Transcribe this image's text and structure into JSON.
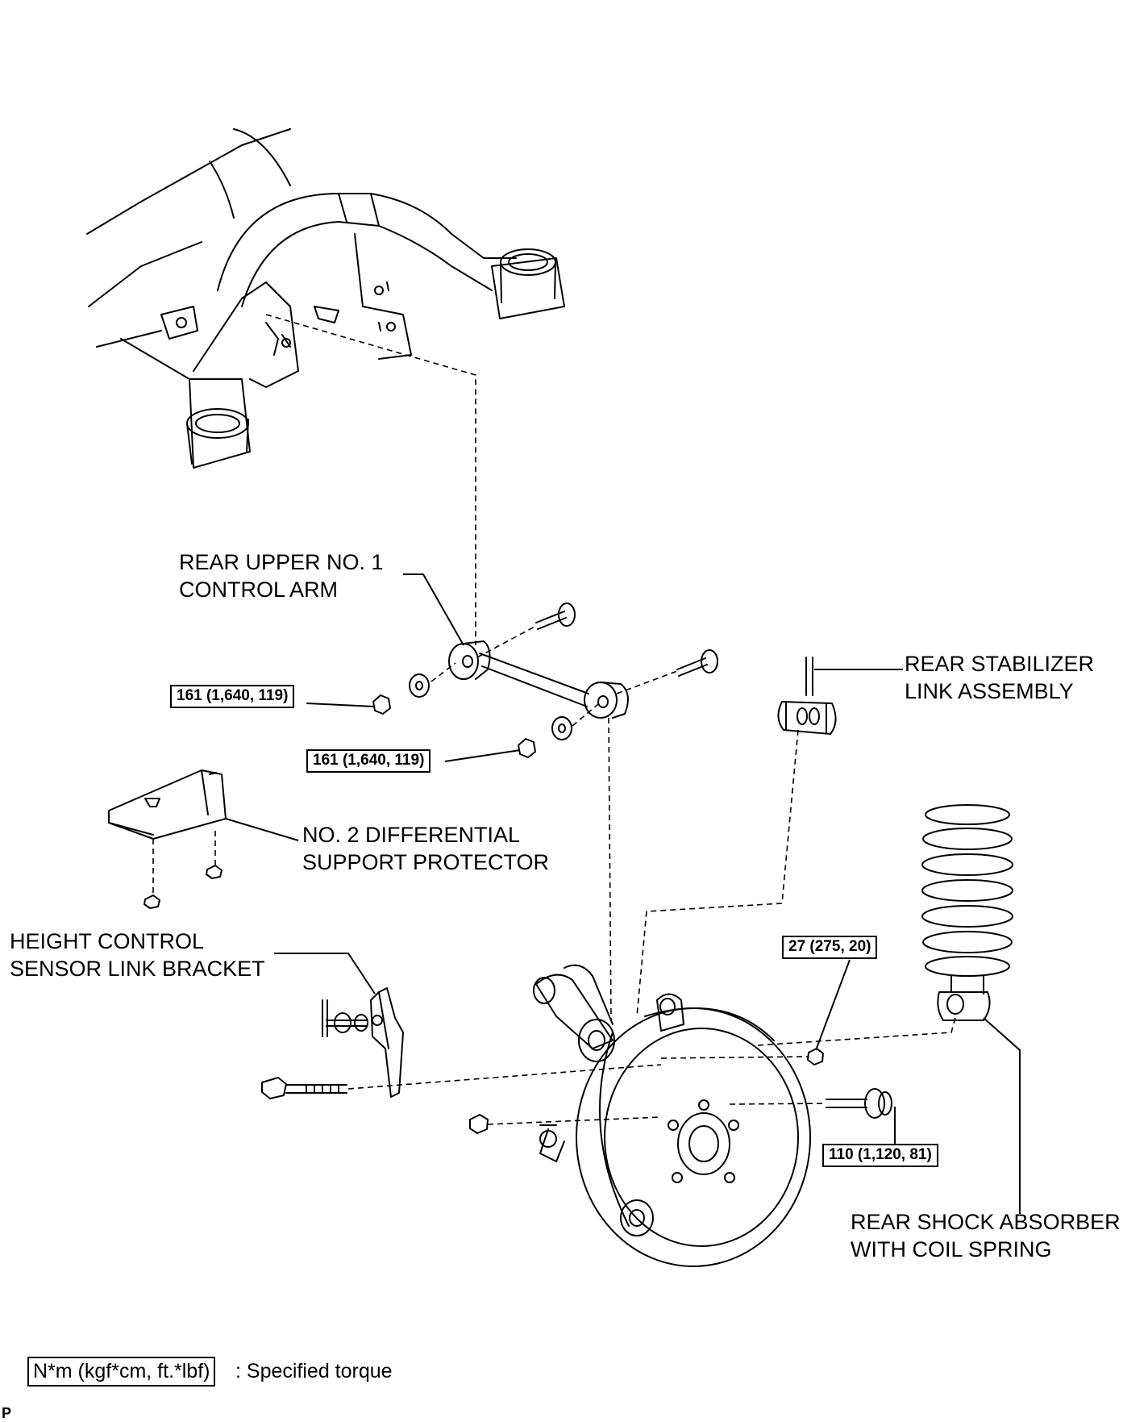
{
  "labels": {
    "upper_arm": "REAR UPPER NO. 1\nCONTROL ARM",
    "stabilizer_link": "REAR STABILIZER\nLINK ASSEMBLY",
    "diff_protector": "NO. 2 DIFFERENTIAL\nSUPPORT PROTECTOR",
    "height_sensor": "HEIGHT CONTROL\nSENSOR LINK BRACKET",
    "shock_absorber": "REAR SHOCK ABSORBER\nWITH COIL SPRING"
  },
  "torques": {
    "upper_arm_nut_1": "161 (1,640, 119)",
    "upper_arm_nut_2": "161 (1,640, 119)",
    "stabilizer_nut": "27 (275, 20)",
    "knuckle_bolt": "110 (1,120, 81)"
  },
  "legend": {
    "unit_box": "N*m (kgf*cm, ft.*lbf)",
    "description": ": Specified torque"
  },
  "corner_mark": "P",
  "colors": {
    "line": "#000000",
    "background": "#ffffff"
  }
}
